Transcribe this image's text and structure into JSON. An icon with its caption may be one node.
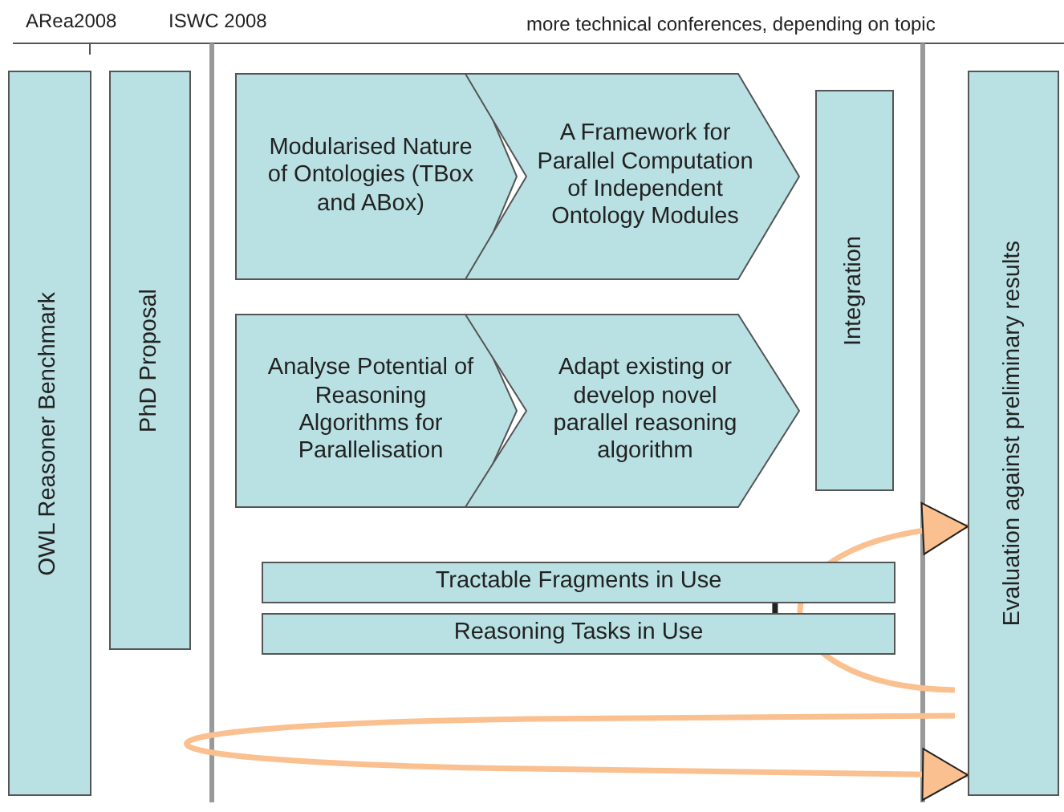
{
  "diagram": {
    "nodes": [
      {
        "text": [
          "OWL Reasoner Benchmark"
        ]
      },
      {
        "text": [
          "PhD Proposal"
        ]
      },
      {
        "text": [
          "Modularised Nature of Ontologies (TBox and ABox)"
        ]
      },
      {
        "text": [
          "A Framework for Parallel Computation of Independent Ontology Modules"
        ]
      },
      {
        "text": [
          "Analyse Potential of Reasoning Algorithms for Parallelisation"
        ]
      },
      {
        "text": [
          "Adapt existing or develop novel parallel reasoning algorithm"
        ]
      },
      {
        "text": [
          "Integration"
        ]
      },
      {
        "text": [
          "Tractable Fragments in Use"
        ]
      },
      {
        "text": [
          "Reasoning Tasks in Use"
        ]
      },
      {
        "text": [
          "Evaluation against preliminary results"
        ]
      }
    ],
    "edges": [
      {
        "from": 7,
        "to": 8,
        "arrow": "none",
        "color": "#222222"
      },
      {
        "from": null,
        "to": 9,
        "arrow": "to"
      },
      {
        "from": null,
        "to": 9,
        "arrow": "to"
      }
    ],
    "labels": [
      "ARea2008",
      "ISWC 2008",
      "more technical conferences, depending on topic"
    ]
  }
}
